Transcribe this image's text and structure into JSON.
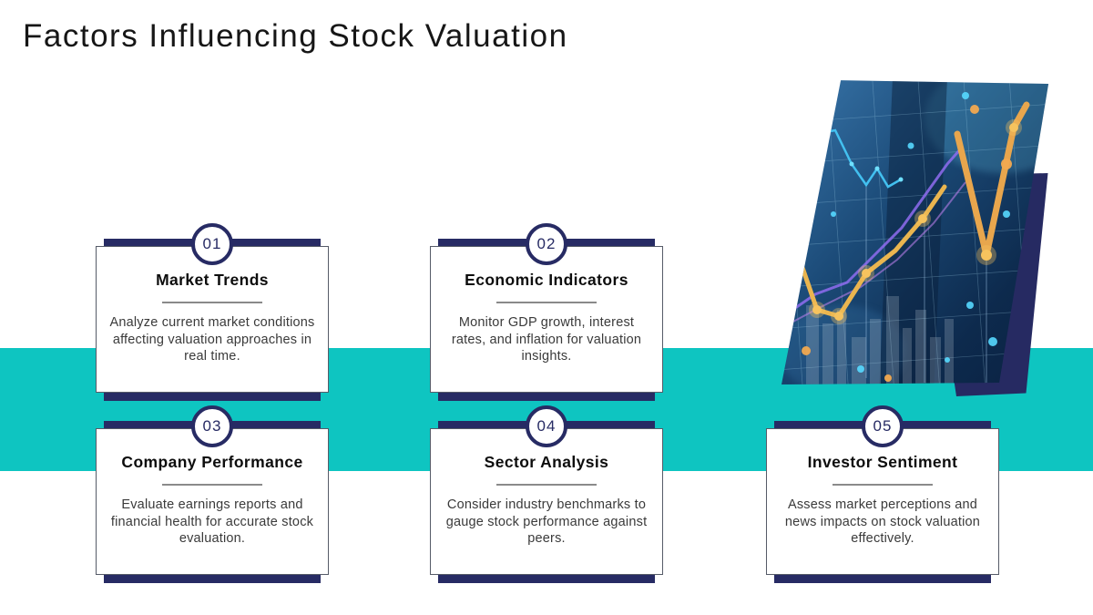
{
  "slide": {
    "title": "Factors Influencing Stock Valuation"
  },
  "colors": {
    "accent_teal": "#0ec5c1",
    "navy": "#272b64",
    "divider_gray": "#8a8a8a"
  },
  "decor": {
    "chart_image": "stock-market-line-chart-photo",
    "chart_shadow": "navy-parallelogram-shadow"
  },
  "cards": [
    {
      "number": "01",
      "title": "Market Trends",
      "description": "Analyze current market conditions affecting valuation approaches in real time."
    },
    {
      "number": "02",
      "title": "Economic Indicators",
      "description": "Monitor GDP growth, interest rates, and inflation for valuation insights."
    },
    {
      "number": "03",
      "title": "Company Performance",
      "description": "Evaluate earnings reports and financial health for accurate stock evaluation."
    },
    {
      "number": "04",
      "title": "Sector Analysis",
      "description": "Consider industry benchmarks to gauge stock performance against peers."
    },
    {
      "number": "05",
      "title": "Investor Sentiment",
      "description": "Assess market perceptions and news impacts on stock valuation effectively."
    }
  ]
}
